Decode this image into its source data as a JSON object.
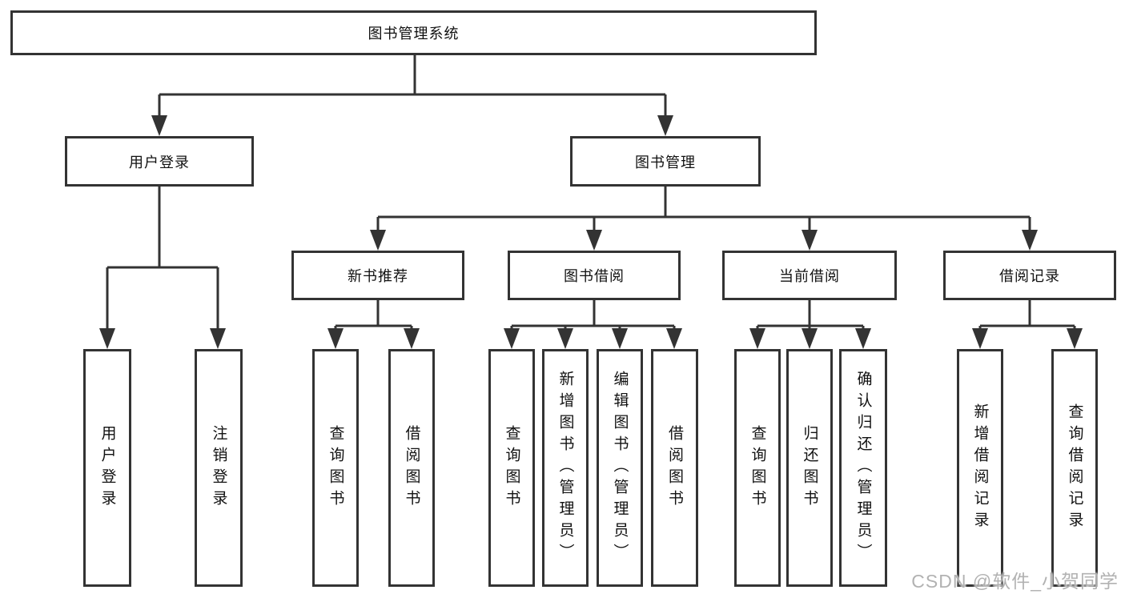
{
  "tree": {
    "root": {
      "label": "图书管理系统",
      "children": [
        {
          "label": "用户登录",
          "children": [
            {
              "label": "用户登录"
            },
            {
              "label": "注销登录"
            }
          ]
        },
        {
          "label": "图书管理",
          "children": [
            {
              "label": "新书推荐",
              "children": [
                {
                  "label": "查询图书"
                },
                {
                  "label": "借阅图书"
                }
              ]
            },
            {
              "label": "图书借阅",
              "children": [
                {
                  "label": "查询图书"
                },
                {
                  "label": "新增图书（管理员）"
                },
                {
                  "label": "编辑图书（管理员）"
                },
                {
                  "label": "借阅图书"
                }
              ]
            },
            {
              "label": "当前借阅",
              "children": [
                {
                  "label": "查询图书"
                },
                {
                  "label": "归还图书"
                },
                {
                  "label": "确认归还（管理员）"
                }
              ]
            },
            {
              "label": "借阅记录",
              "children": [
                {
                  "label": "新增借阅记录"
                },
                {
                  "label": "查询借阅记录"
                }
              ]
            }
          ]
        }
      ]
    }
  },
  "watermark": {
    "text": "CSDN @软件_小贺同学"
  },
  "colors": {
    "line": "#333333",
    "box_border": "#333333",
    "text": "#111111",
    "background": "#ffffff",
    "watermark": "#ababab"
  }
}
